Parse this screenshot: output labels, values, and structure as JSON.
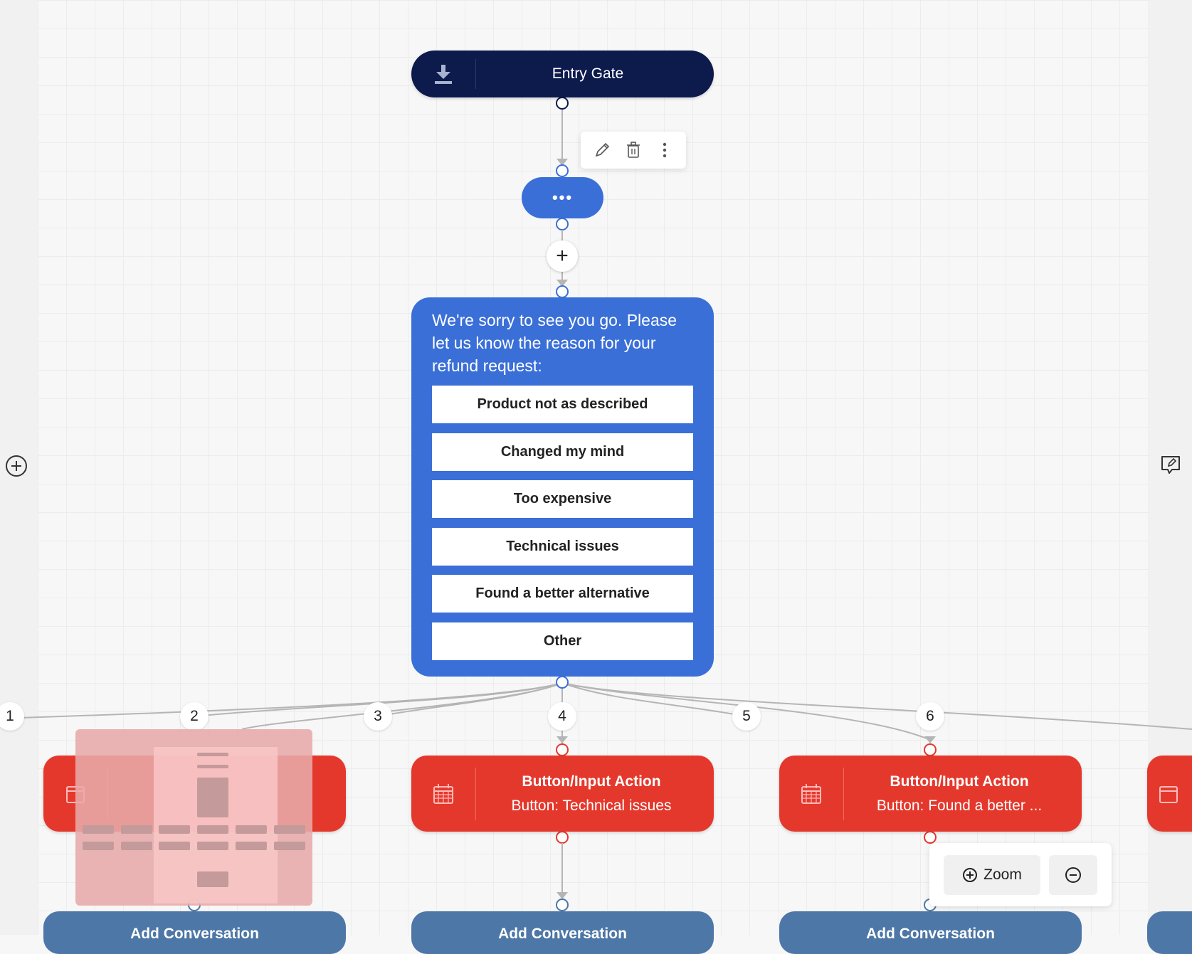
{
  "entry_gate": {
    "title": "Entry Gate",
    "icon": "download-icon"
  },
  "node_toolbar": {
    "edit_icon": "pencil-icon",
    "delete_icon": "trash-icon",
    "more_icon": "more-vertical-icon"
  },
  "typing_node": {
    "label": "•••"
  },
  "add_step": {
    "label": "+"
  },
  "message_node": {
    "text": "We're sorry to see you go. Please let us know the reason for your refund request:",
    "options": [
      "Product not as described",
      "Changed my mind",
      "Too expensive",
      "Technical issues",
      "Found a better alternative",
      "Other"
    ]
  },
  "branch_badges": [
    "1",
    "2",
    "3",
    "4",
    "5",
    "6"
  ],
  "actions": [
    {
      "title": "Button/Input Action",
      "subtitle": "Button: Technical issues"
    },
    {
      "title": "Button/Input Action",
      "subtitle": "Button: Found a better ..."
    }
  ],
  "add_conversation": {
    "label": "Add Conversation"
  },
  "zoom": {
    "label": "Zoom"
  },
  "colors": {
    "entry": "#0c1a4c",
    "message": "#3a6fd8",
    "action": "#e5382c",
    "add_conversation": "#4d77a6"
  }
}
